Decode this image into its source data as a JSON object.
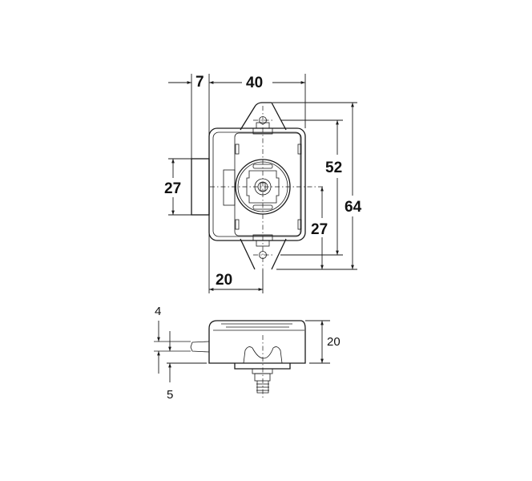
{
  "drawing": {
    "title": "Cabinet lock technical drawing",
    "views": [
      "front-view",
      "side-view"
    ],
    "dimensions": {
      "top_offset": "7",
      "width": "40",
      "hole_spacing": "52",
      "overall_height": "64",
      "left_height": "27",
      "right_half_height": "27",
      "bottom_width": "20",
      "side_top": "4",
      "side_bottom": "5",
      "side_height": "20"
    },
    "colors": {
      "line": "#1a1a1a",
      "background": "#ffffff"
    }
  }
}
